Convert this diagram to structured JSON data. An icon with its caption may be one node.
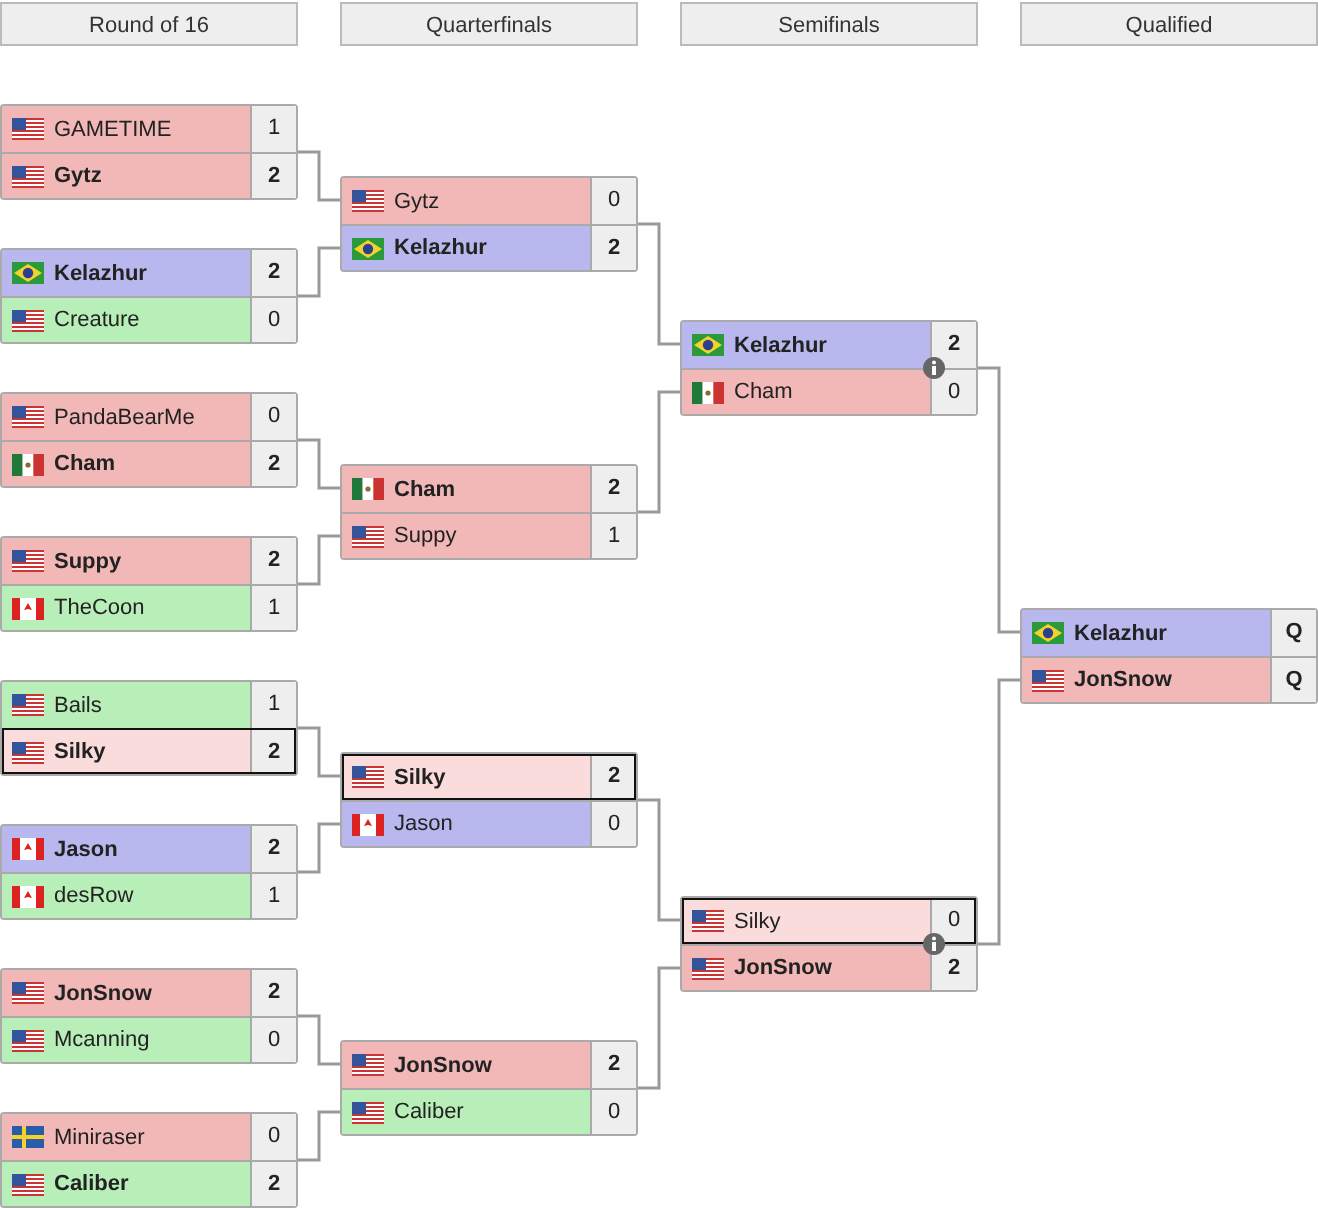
{
  "diagram": {
    "nodes": [
      {
        "text": [
          "GAMETIME",
          "1",
          "Gytz",
          "2"
        ]
      },
      {
        "text": [
          "Kelazhur",
          "2",
          "Creature",
          "0"
        ]
      },
      {
        "text": [
          "PandaBearMe",
          "0",
          "Cham",
          "2"
        ]
      },
      {
        "text": [
          "Suppy",
          "2",
          "TheCoon",
          "1"
        ]
      },
      {
        "text": [
          "Bails",
          "1",
          "Silky",
          "2"
        ]
      },
      {
        "text": [
          "Jason",
          "2",
          "desRow",
          "1"
        ]
      },
      {
        "text": [
          "JonSnow",
          "2",
          "Mcanning",
          "0"
        ]
      },
      {
        "text": [
          "Miniraser",
          "0",
          "Caliber",
          "2"
        ]
      },
      {
        "text": [
          "Gytz",
          "0",
          "Kelazhur",
          "2"
        ]
      },
      {
        "text": [
          "Cham",
          "2",
          "Suppy",
          "1"
        ]
      },
      {
        "text": [
          "Silky",
          "2",
          "Jason",
          "0"
        ]
      },
      {
        "text": [
          "JonSnow",
          "2",
          "Caliber",
          "0"
        ]
      },
      {
        "text": [
          "Kelazhur",
          "2",
          "Cham",
          "0"
        ]
      },
      {
        "text": [
          "Silky",
          "0",
          "JonSnow",
          "2"
        ]
      },
      {
        "text": [
          "Kelazhur",
          "Q",
          "JonSnow",
          "Q"
        ]
      }
    ],
    "edges": [
      {
        "from": 0,
        "to": 8,
        "arrow": "none"
      },
      {
        "from": 1,
        "to": 8,
        "arrow": "none"
      },
      {
        "from": 2,
        "to": 9,
        "arrow": "none"
      },
      {
        "from": 3,
        "to": 9,
        "arrow": "none"
      },
      {
        "from": 4,
        "to": 10,
        "arrow": "none"
      },
      {
        "from": 5,
        "to": 10,
        "arrow": "none"
      },
      {
        "from": 6,
        "to": 11,
        "arrow": "none"
      },
      {
        "from": 7,
        "to": 11,
        "arrow": "none"
      },
      {
        "from": 8,
        "to": 12,
        "arrow": "none"
      },
      {
        "from": 9,
        "to": 12,
        "arrow": "none"
      },
      {
        "from": 10,
        "to": 13,
        "arrow": "none"
      },
      {
        "from": 11,
        "to": 13,
        "arrow": "none"
      },
      {
        "from": 12,
        "to": 14,
        "arrow": "none"
      },
      {
        "from": 13,
        "to": 14,
        "arrow": "none"
      }
    ],
    "labels": [
      "Round of 16",
      "Quarterfinals",
      "Semifinals",
      "Qualified"
    ]
  }
}
